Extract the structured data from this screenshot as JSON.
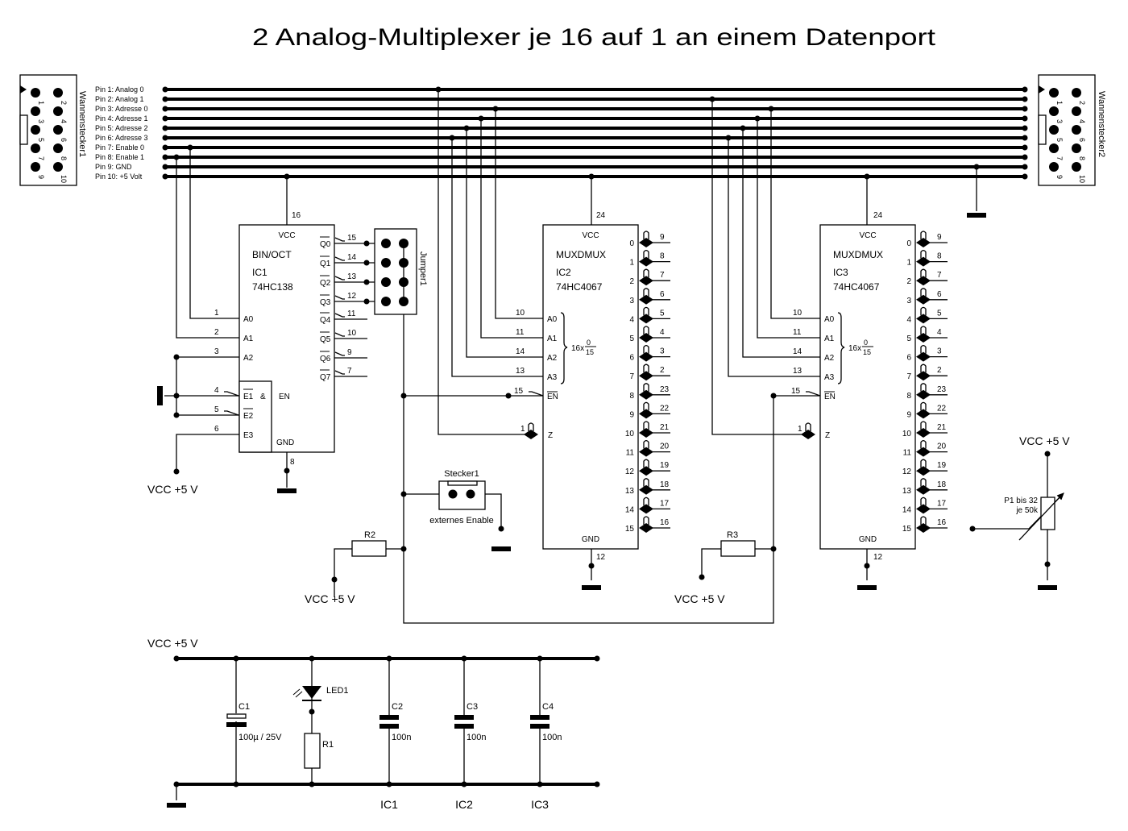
{
  "title": "2 Analog-Multiplexer je 16 auf 1 an einem Datenport",
  "connectors": {
    "left": {
      "name": "Wannenstecker1"
    },
    "right": {
      "name": "Wannenstecker2"
    },
    "pin_numbers": [
      "1",
      "2",
      "3",
      "4",
      "5",
      "6",
      "7",
      "8",
      "9",
      "10"
    ],
    "pin_labels": [
      "Pin 1: Analog 0",
      "Pin 2: Analog 1",
      "Pin 3: Adresse 0",
      "Pin 4: Adresse 1",
      "Pin 5: Adresse 2",
      "Pin 6: Adresse 3",
      "Pin 7: Enable 0",
      "Pin 8: Enable 1",
      "Pin 9: GND",
      "Pin 10: +5 Volt"
    ]
  },
  "ic1": {
    "func": "BIN/OCT",
    "ref": "IC1",
    "part": "74HC138",
    "vcc": "VCC",
    "gnd": "GND",
    "vcc_pin": "16",
    "gnd_pin": "8",
    "en_label": "EN",
    "and_label": "&",
    "inputs": [
      {
        "name": "A0",
        "pin": "1"
      },
      {
        "name": "A1",
        "pin": "2"
      },
      {
        "name": "A2",
        "pin": "3"
      },
      {
        "name": "E1",
        "pin": "4"
      },
      {
        "name": "E2",
        "pin": "5"
      },
      {
        "name": "E3",
        "pin": "6"
      }
    ],
    "outputs": [
      {
        "name": "Q0",
        "pin": "15"
      },
      {
        "name": "Q1",
        "pin": "14"
      },
      {
        "name": "Q2",
        "pin": "13"
      },
      {
        "name": "Q3",
        "pin": "12"
      },
      {
        "name": "Q4",
        "pin": "11"
      },
      {
        "name": "Q5",
        "pin": "10"
      },
      {
        "name": "Q6",
        "pin": "9"
      },
      {
        "name": "Q7",
        "pin": "7"
      }
    ]
  },
  "jumper": {
    "name": "Jumper1"
  },
  "mux": {
    "func": "MUXDMUX",
    "part": "74HC4067",
    "vcc": "VCC",
    "gnd": "GND",
    "vcc_pin": "24",
    "gnd_pin": "12",
    "sel_label": "16x",
    "frac_top": "0",
    "frac_bot": "15",
    "address": [
      {
        "name": "A0",
        "pin": "10"
      },
      {
        "name": "A1",
        "pin": "11"
      },
      {
        "name": "A2",
        "pin": "14"
      },
      {
        "name": "A3",
        "pin": "13"
      }
    ],
    "enable": {
      "name": "EN",
      "pin": "15"
    },
    "common": {
      "name": "Z",
      "pin": "1"
    },
    "channels": [
      "0",
      "1",
      "2",
      "3",
      "4",
      "5",
      "6",
      "7",
      "8",
      "9",
      "10",
      "11",
      "12",
      "13",
      "14",
      "15"
    ],
    "channel_pins": [
      "9",
      "8",
      "7",
      "6",
      "5",
      "4",
      "3",
      "2",
      "23",
      "22",
      "21",
      "20",
      "19",
      "18",
      "17",
      "16"
    ]
  },
  "ic2": {
    "ref": "IC2"
  },
  "ic3": {
    "ref": "IC3"
  },
  "stecker": {
    "name": "Stecker1",
    "label": "externes Enable"
  },
  "resistors": {
    "r1": "R1",
    "r2": "R2",
    "r3": "R3"
  },
  "pot": {
    "line1": "P1 bis 32",
    "line2": "je 50k"
  },
  "vcc_label": "VCC +5 V",
  "supply": {
    "led": "LED1",
    "c1": {
      "name": "C1",
      "value": "100µ / 25V"
    },
    "caps": [
      {
        "name": "C2",
        "value": "100n",
        "ic": "IC1"
      },
      {
        "name": "C3",
        "value": "100n",
        "ic": "IC2"
      },
      {
        "name": "C4",
        "value": "100n",
        "ic": "IC3"
      }
    ]
  }
}
